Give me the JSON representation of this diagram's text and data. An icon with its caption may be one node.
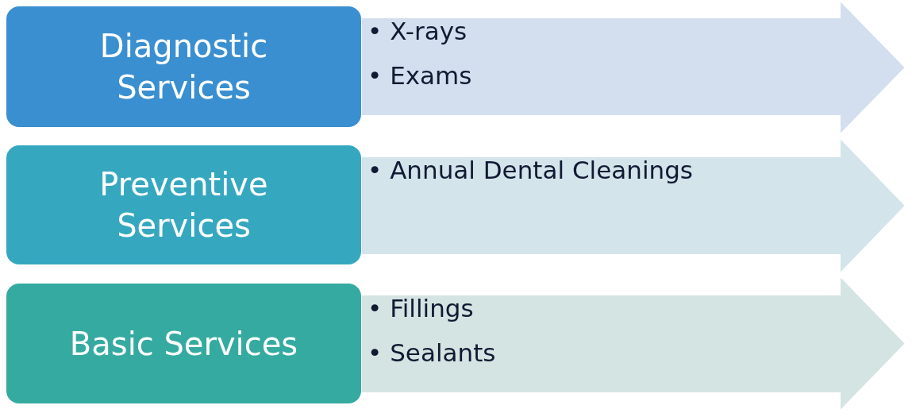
{
  "diagram": {
    "nodes": [
      {
        "text": [
          "Diagnostic Services"
        ]
      },
      {
        "text": [
          "• X-rays",
          "• Exams"
        ]
      },
      {
        "text": [
          "Preventive Services"
        ]
      },
      {
        "text": [
          "• Annual Dental Cleanings"
        ]
      },
      {
        "text": [
          "Basic Services"
        ]
      },
      {
        "text": [
          "• Fillings",
          "• Sealants"
        ]
      }
    ]
  }
}
